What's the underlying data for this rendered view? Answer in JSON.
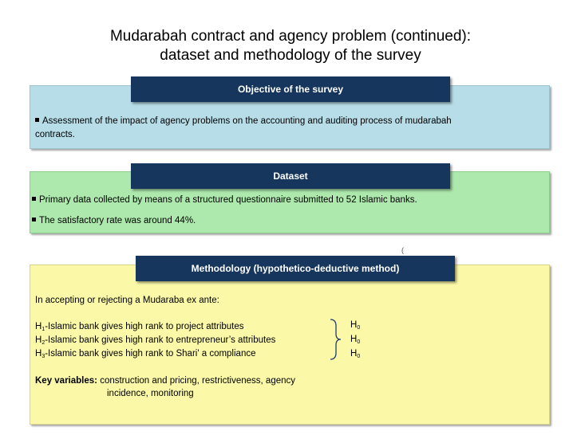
{
  "title": {
    "line1": "Mudarabah contract and agency problem (continued):",
    "line2": "dataset and methodology of the survey"
  },
  "objective": {
    "header": "Objective of the survey",
    "text_line1": "Assessment of the impact of agency problems on the accounting and auditing process of mudarabah",
    "text_line2": "contracts."
  },
  "dataset": {
    "header": "Dataset",
    "bullets": [
      "Primary data collected by means of a structured questionnaire submitted to 52 Islamic banks.",
      "The satisfactory rate was around 44%."
    ]
  },
  "stray_mark": "(",
  "methodology": {
    "header": "Methodology (hypothetico-deductive method)",
    "intro": "In accepting or rejecting a Mudaraba ex ante:",
    "hypotheses": [
      {
        "label": "H",
        "sub": "1",
        "text": "-Islamic bank gives high rank to project attributes"
      },
      {
        "label": "H",
        "sub": "2",
        "text": "-Islamic bank gives high rank to entrepreneur’s attributes"
      },
      {
        "label": "H",
        "sub": "3",
        "text": "-Islamic bank gives high rank to Shari' a compliance"
      }
    ],
    "nulls": [
      {
        "label": "H",
        "sub": "0"
      },
      {
        "label": "H",
        "sub": "0"
      },
      {
        "label": "H",
        "sub": "0"
      }
    ],
    "key_variables_label": "Key variables:",
    "key_variables_line1": " construction and pricing, restrictiveness, agency",
    "key_variables_line2": "incidence, monitoring"
  },
  "colors": {
    "header_bg": "#17365d",
    "objective_bg": "#b7dde8",
    "dataset_bg": "#ade8ad",
    "method_bg": "#fbf9a8"
  }
}
